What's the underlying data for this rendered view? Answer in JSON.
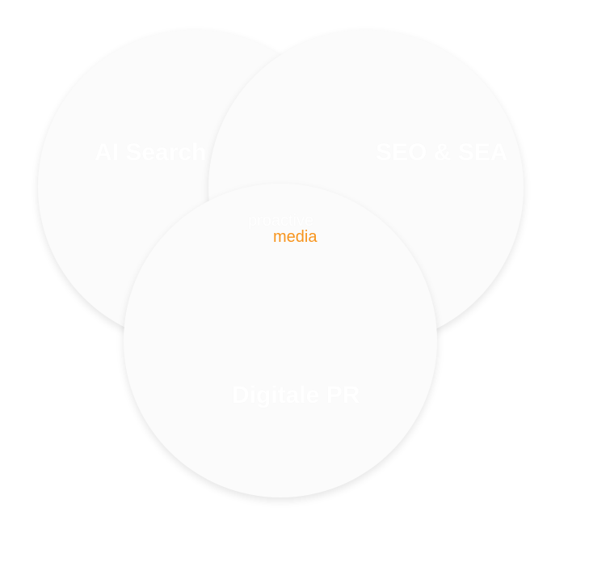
{
  "diagram": {
    "circles": [
      {
        "label": "AI Search"
      },
      {
        "label": "SEO & SEA"
      },
      {
        "label": "Digitale PR"
      }
    ],
    "center_logo": {
      "top": "proactive",
      "bottom": "media",
      "accent_color": "#f7941d"
    }
  }
}
